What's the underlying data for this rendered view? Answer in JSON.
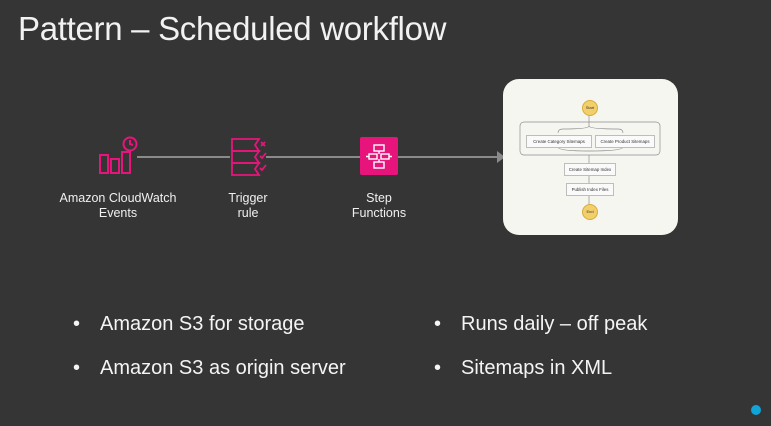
{
  "title": "Pattern – Scheduled workflow",
  "flow": {
    "cloudwatch_line1": "Amazon CloudWatch",
    "cloudwatch_line2": "Events",
    "trigger_line1": "Trigger",
    "trigger_line2": "rule",
    "step_line1": "Step",
    "step_line2": "Functions"
  },
  "state_machine": {
    "start": "Start",
    "create_category": "Create Category Sitemaps",
    "create_product": "Create Product Sitemaps",
    "create_index": "Create Sitemap Index",
    "publish_index": "Publish Index Files",
    "end": "End"
  },
  "bullets_left": [
    "Amazon S3 for storage",
    "Amazon S3 as origin server"
  ],
  "bullets_right": [
    "Runs daily – off peak",
    "Sitemaps in XML"
  ],
  "bullet_symbol": "•",
  "colors": {
    "background": "#353535",
    "cloudwatch": "#e7157b",
    "step_functions": "#e7157b",
    "start_end": "#f2cf6b",
    "accent_dot": "#11a4d6"
  },
  "icons": [
    "cloudwatch-events-icon",
    "trigger-rule-icon",
    "step-functions-icon"
  ]
}
